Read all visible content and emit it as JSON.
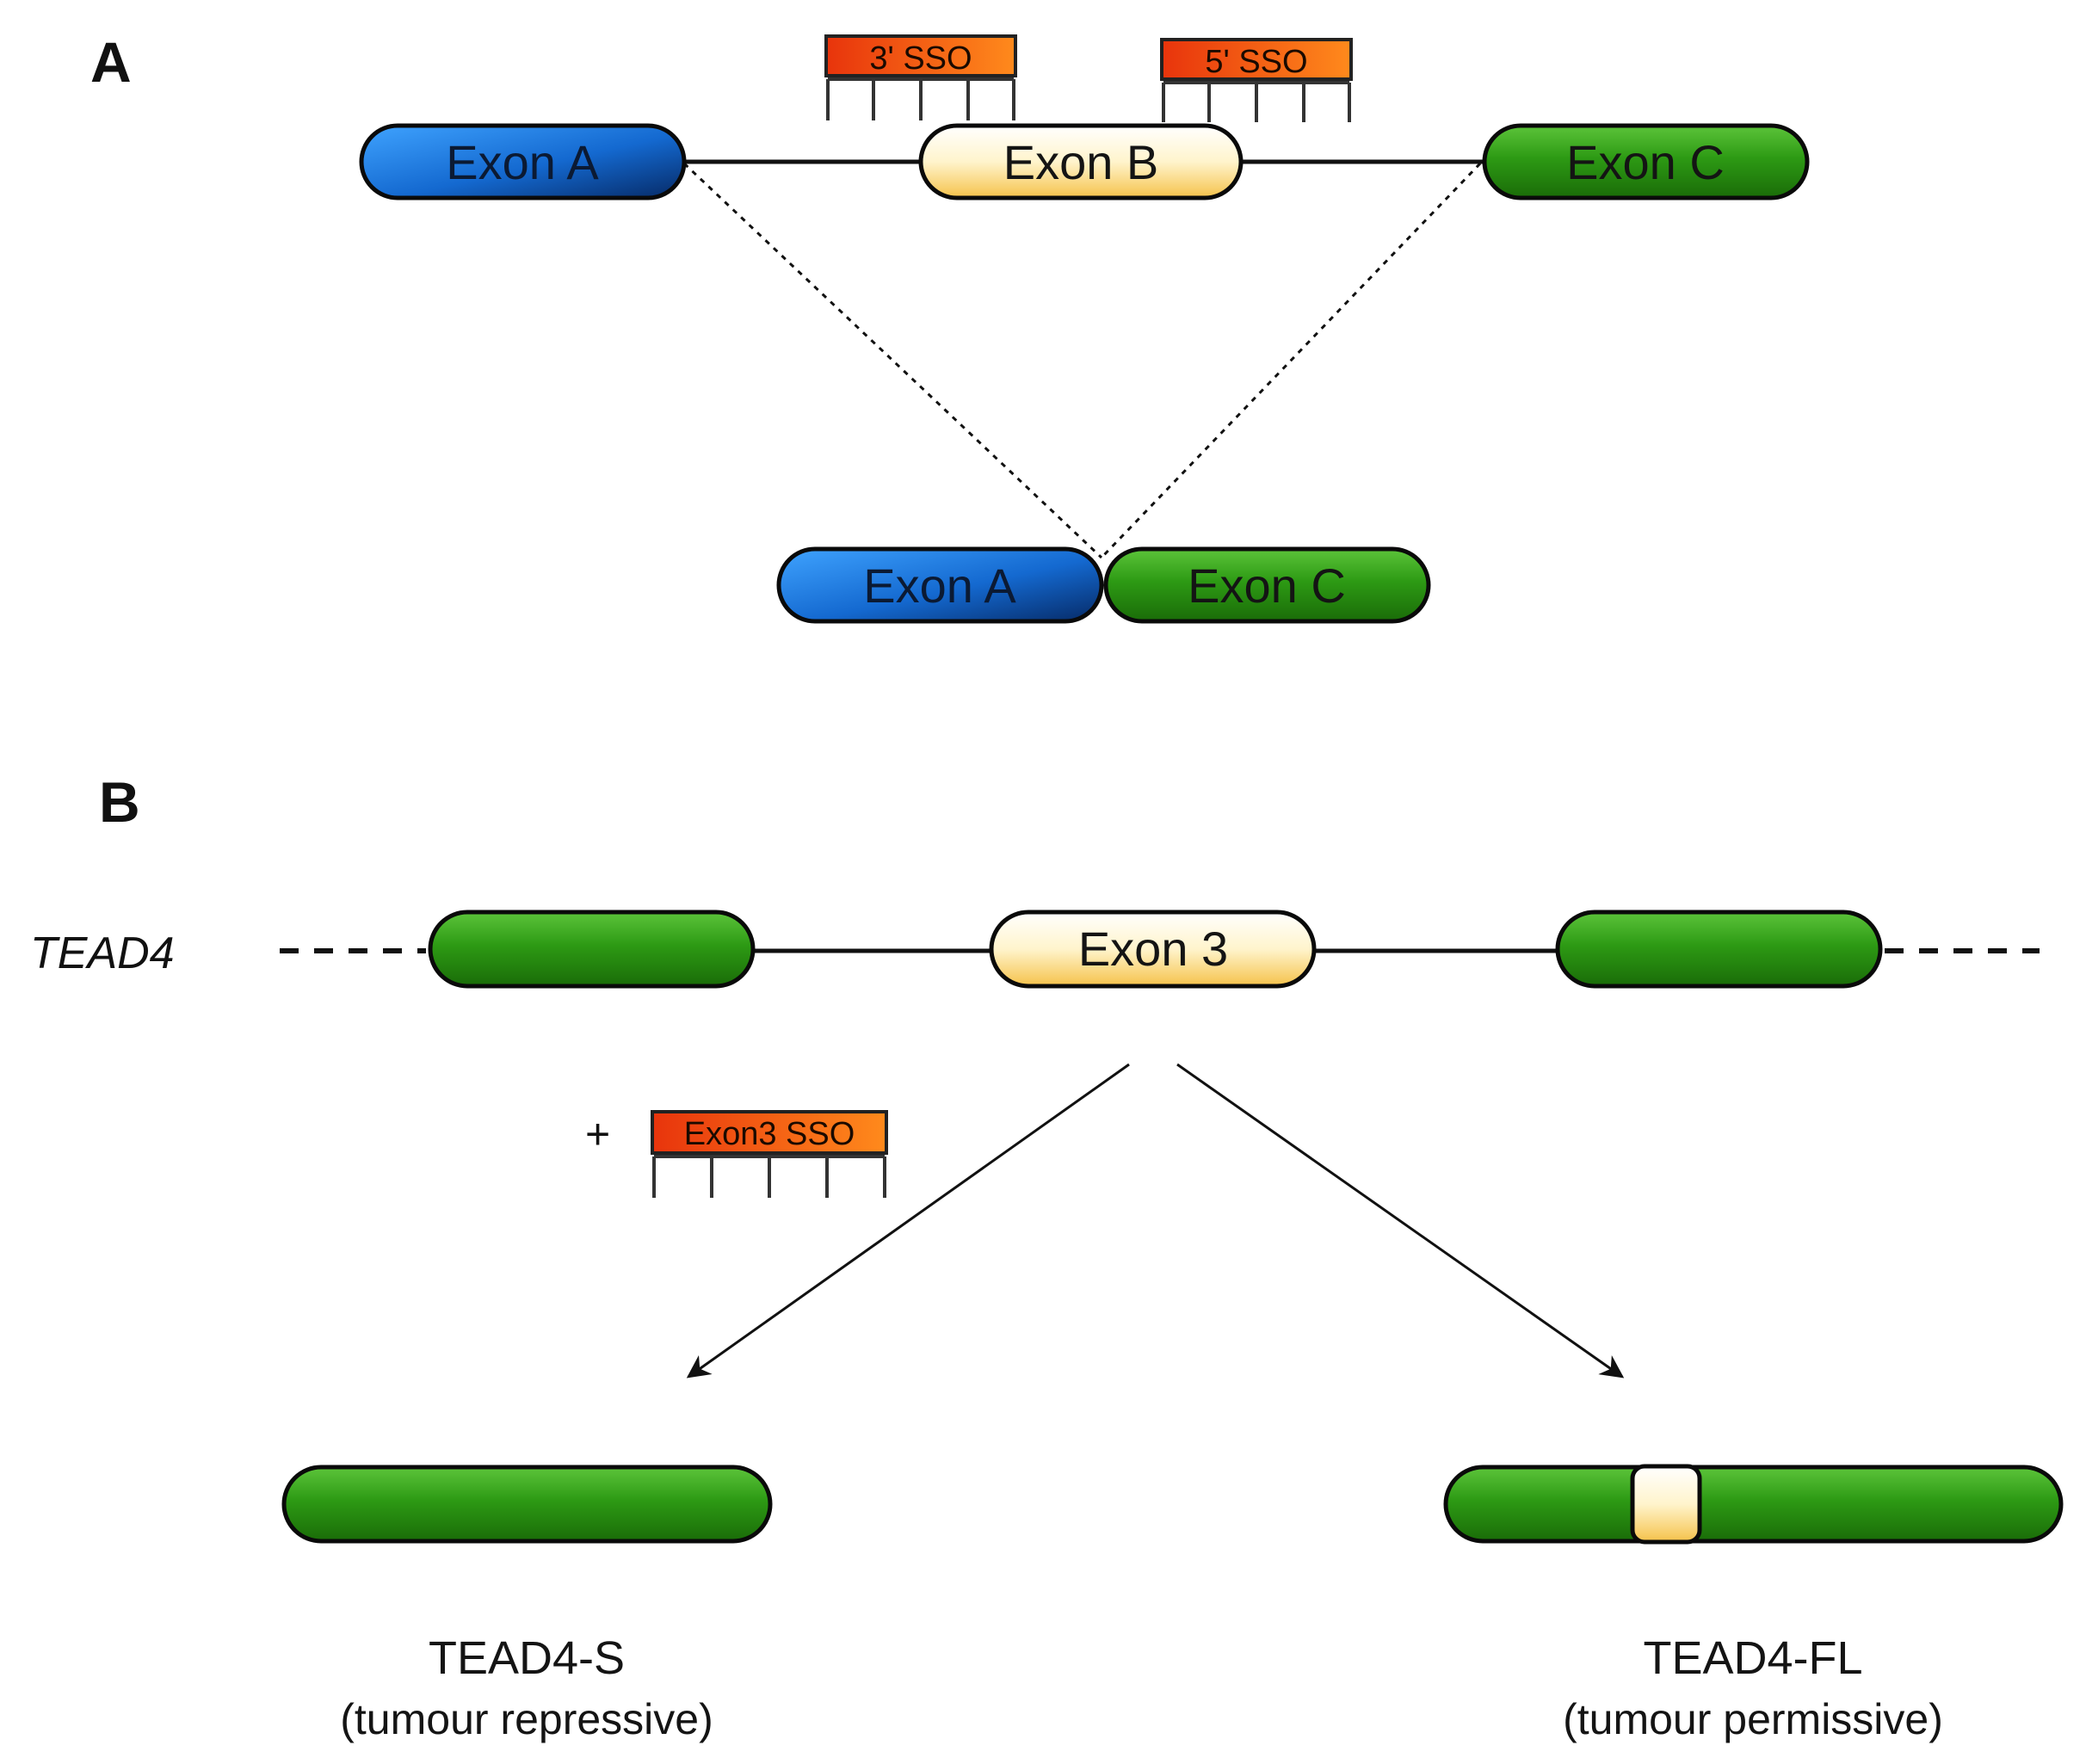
{
  "panel_a": {
    "label": "A",
    "exons": {
      "a": "Exon A",
      "b": "Exon B",
      "c": "Exon C"
    },
    "sso_3": "3' SSO",
    "sso_5": "5' SSO",
    "spliced": {
      "a": "Exon A",
      "c": "Exon C"
    }
  },
  "panel_b": {
    "label": "B",
    "gene": "TEAD4",
    "exon3": "Exon 3",
    "plus": "+",
    "sso": "Exon3 SSO",
    "isoform_s": {
      "name": "TEAD4-S",
      "desc": "(tumour repressive)"
    },
    "isoform_fl": {
      "name": "TEAD4-FL",
      "desc": "(tumour permissive)"
    }
  },
  "colors": {
    "exon_a": "#1a74d6",
    "exon_b": "#fff3c8",
    "exon_c": "#2e9a12",
    "sso": "#f45a10"
  }
}
